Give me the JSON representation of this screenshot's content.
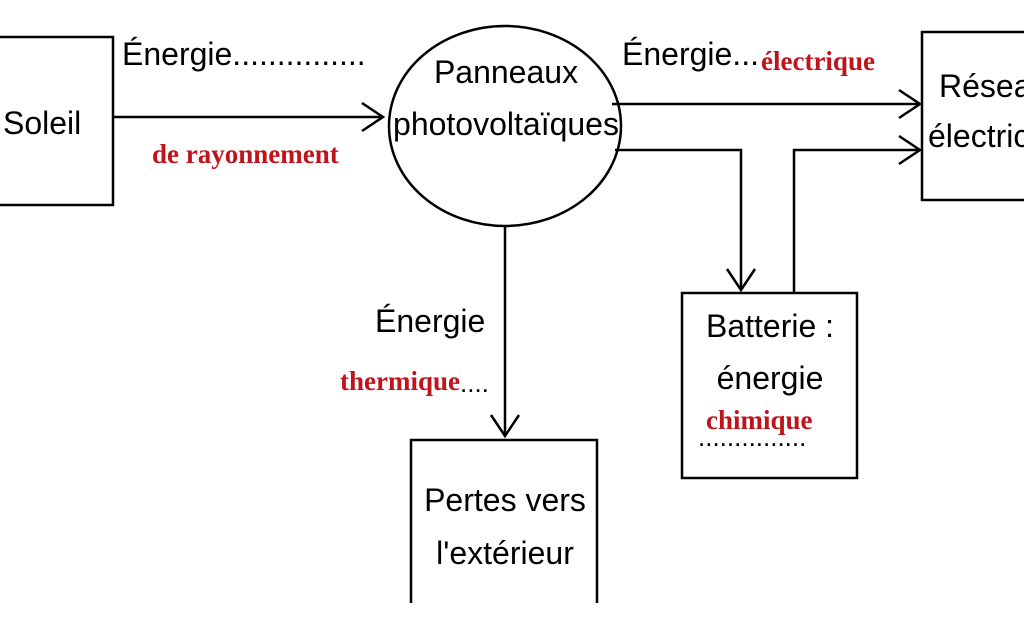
{
  "colors": {
    "stroke": "#000000",
    "handwriting": "#c0141c"
  },
  "nodes": {
    "soleil": "Soleil",
    "panneaux": {
      "line1": "Panneaux",
      "line2": "photovoltaïques"
    },
    "reseau": {
      "line1": "Résea",
      "line2": "électric"
    },
    "batterie": {
      "line1": "Batterie :",
      "line2": "énergie"
    },
    "pertes": {
      "line1": "Pertes vers",
      "line2": "l'extérieur"
    }
  },
  "labels": {
    "energie_rayonnement": {
      "prefix": "Énergie...............",
      "answer": "de rayonnement"
    },
    "energie_electrique": {
      "prefix": "Énergie...",
      "answer": "électrique"
    },
    "energie_thermique": {
      "prefix": "Énergie",
      "answer": "thermique",
      "dots": "...."
    },
    "energie_chimique": {
      "answer": "chimique",
      "dots": "..............."
    }
  }
}
